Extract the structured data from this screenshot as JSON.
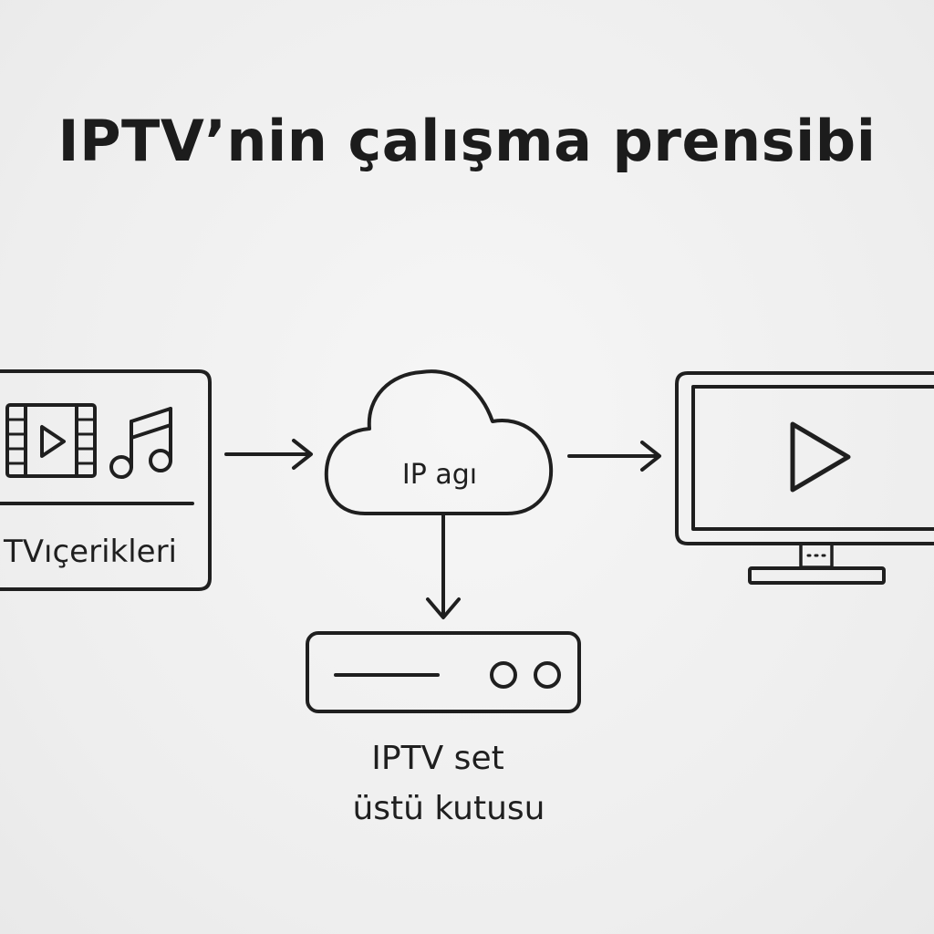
{
  "title": "IPTV’nin çalışma prensibi",
  "nodes": {
    "content": {
      "label": "TVıçerikleri",
      "icons": [
        "film-strip-icon",
        "music-note-icon"
      ]
    },
    "network": {
      "label": "IP agı",
      "icon": "cloud-icon"
    },
    "settop": {
      "label_line1": "IPTV set",
      "label_line2": "üstü kutusu",
      "icon": "set-top-box-icon"
    },
    "tv": {
      "icon": "tv-play-icon"
    }
  },
  "colors": {
    "background": "#efefef",
    "ink": "#1f1f1f"
  }
}
